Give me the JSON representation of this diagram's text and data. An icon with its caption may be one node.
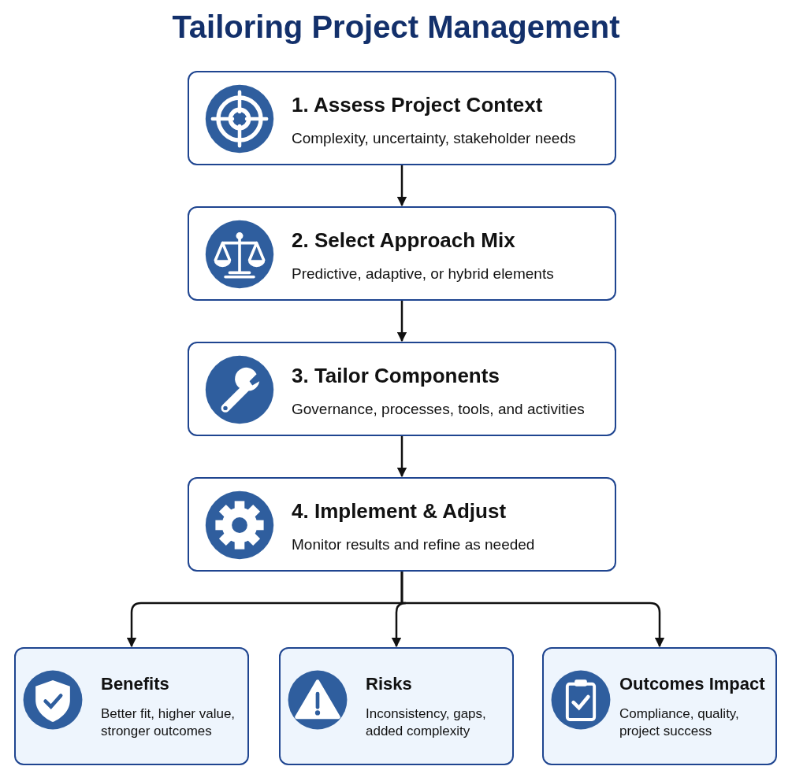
{
  "diagram": {
    "title": "Tailoring Project Management",
    "nodes": [
      {
        "text": [
          "1. Assess Project Context",
          "Complexity, uncertainty, stakeholder needs"
        ]
      },
      {
        "text": [
          "2. Select Approach Mix",
          "Predictive, adaptive, or hybrid elements"
        ]
      },
      {
        "text": [
          "3. Tailor Components",
          "Governance, processes, tools, and activities"
        ]
      },
      {
        "text": [
          "4. Implement & Adjust",
          "Monitor results and refine as needed"
        ]
      },
      {
        "text": [
          "Benefits",
          "Better fit, higher value, stronger outcomes"
        ]
      },
      {
        "text": [
          "Risks",
          "Inconsistency, gaps, added complexity"
        ]
      },
      {
        "text": [
          "Outcomes Impact",
          "Compliance, quality, project success"
        ]
      }
    ],
    "edges": [
      {
        "from": 0,
        "to": 1,
        "arrow": "to"
      },
      {
        "from": 1,
        "to": 2,
        "arrow": "to"
      },
      {
        "from": 2,
        "to": 3,
        "arrow": "to"
      },
      {
        "from": 3,
        "to": 4,
        "arrow": "to"
      },
      {
        "from": 3,
        "to": 5,
        "arrow": "to"
      },
      {
        "from": 3,
        "to": 6,
        "arrow": "to"
      }
    ]
  }
}
